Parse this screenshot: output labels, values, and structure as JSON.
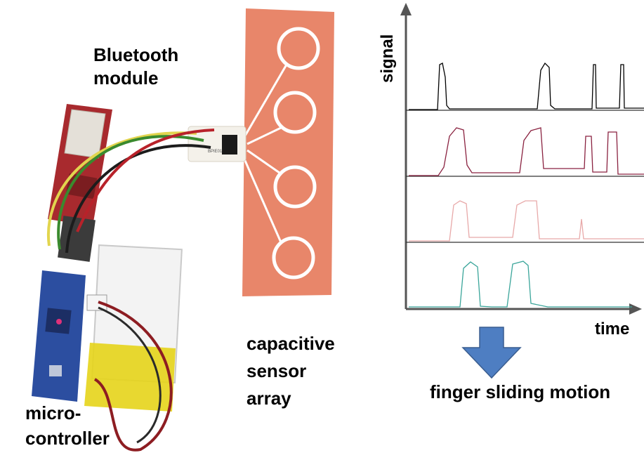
{
  "labels": {
    "bluetooth_line1": "Bluetooth",
    "bluetooth_line2": "module",
    "capacitive_line1": "capacitive",
    "capacitive_line2": "sensor",
    "capacitive_line3": "array",
    "micro_line1": "micro-",
    "micro_line2": "controller",
    "chip_marking": "BPIE01"
  },
  "plot": {
    "ylabel": "signal",
    "xlabel": "time",
    "caption": "finger sliding motion",
    "trace_colors": [
      "#000000",
      "#8a2240",
      "#e8a9a9",
      "#3aa59a"
    ],
    "arrow_color": "#4e7ec2",
    "arrow_edge_color": "#3a5d8f"
  },
  "colors": {
    "sensor_sheet": "#e8866a",
    "battery_yellow": "#e6d41a",
    "board_red": "#a82a2e",
    "board_blue": "#2c4ea0"
  }
}
